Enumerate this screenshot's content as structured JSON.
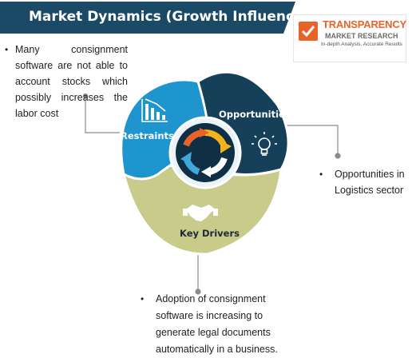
{
  "title": "Market Dynamics (Growth Influencers)",
  "logo": {
    "line1": "TRANSPARENCY",
    "line2": "MARKET RESEARCH",
    "line3": "In-depth Analysis. Accurate Results"
  },
  "segments": {
    "restraints": "Restraints",
    "opportunities": "Opportunities",
    "drivers": "Key Drivers"
  },
  "notes": {
    "restraints": "Many consignment software are not able to account stocks which possibly increases the labor cost",
    "opportunities": "Opportunities in Logistics sector",
    "drivers": "Adoption of consignment software is increasing to generate legal documents automatically in a business."
  },
  "bullet": "•",
  "colors": {
    "banner": "#1a4a66",
    "restraints": "#1e95cf",
    "opportunities": "#163f5a",
    "drivers": "#c8cb8a",
    "connector": "#8a8a8a",
    "logo_accent": "#e8632a"
  },
  "icons": [
    "bar-chart-down-icon",
    "lightbulb-icon",
    "handshake-icon",
    "cycle-arrows-icon",
    "logo-check-icon"
  ]
}
